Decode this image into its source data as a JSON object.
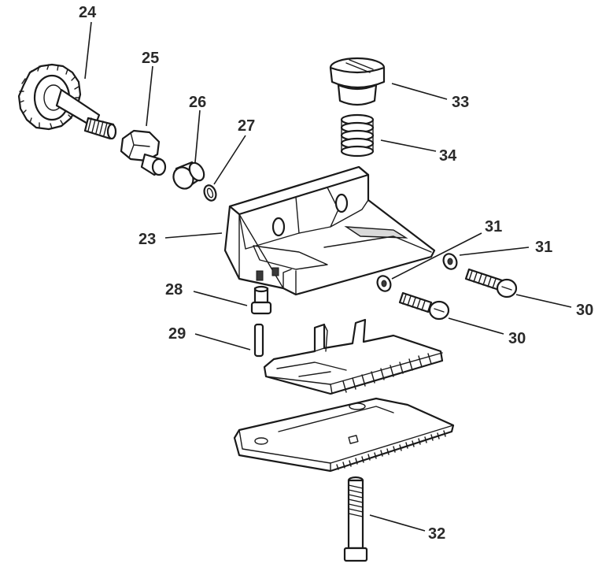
{
  "parts": [
    {
      "id": "24",
      "name": "gear-shaft"
    },
    {
      "id": "25",
      "name": "elbow-nut"
    },
    {
      "id": "26",
      "name": "bushing"
    },
    {
      "id": "27",
      "name": "o-ring"
    },
    {
      "id": "23",
      "name": "blade-housing"
    },
    {
      "id": "33",
      "name": "tension-cap"
    },
    {
      "id": "34",
      "name": "spring"
    },
    {
      "id": "31",
      "name": "washer"
    },
    {
      "id": "31",
      "name": "washer"
    },
    {
      "id": "30",
      "name": "screw"
    },
    {
      "id": "30",
      "name": "screw"
    },
    {
      "id": "28",
      "name": "pivot-pin"
    },
    {
      "id": "29",
      "name": "dowel-pin"
    },
    {
      "id": "32",
      "name": "long-bolt"
    }
  ],
  "labels": {
    "p24": "24",
    "p25": "25",
    "p26": "26",
    "p27": "27",
    "p23": "23",
    "p33": "33",
    "p34": "34",
    "p31a": "31",
    "p31b": "31",
    "p30a": "30",
    "p30b": "30",
    "p28": "28",
    "p29": "29",
    "p32": "32"
  },
  "colors": {
    "line": "#1a1a1a",
    "label": "#2a2a2a",
    "background": "#ffffff"
  }
}
